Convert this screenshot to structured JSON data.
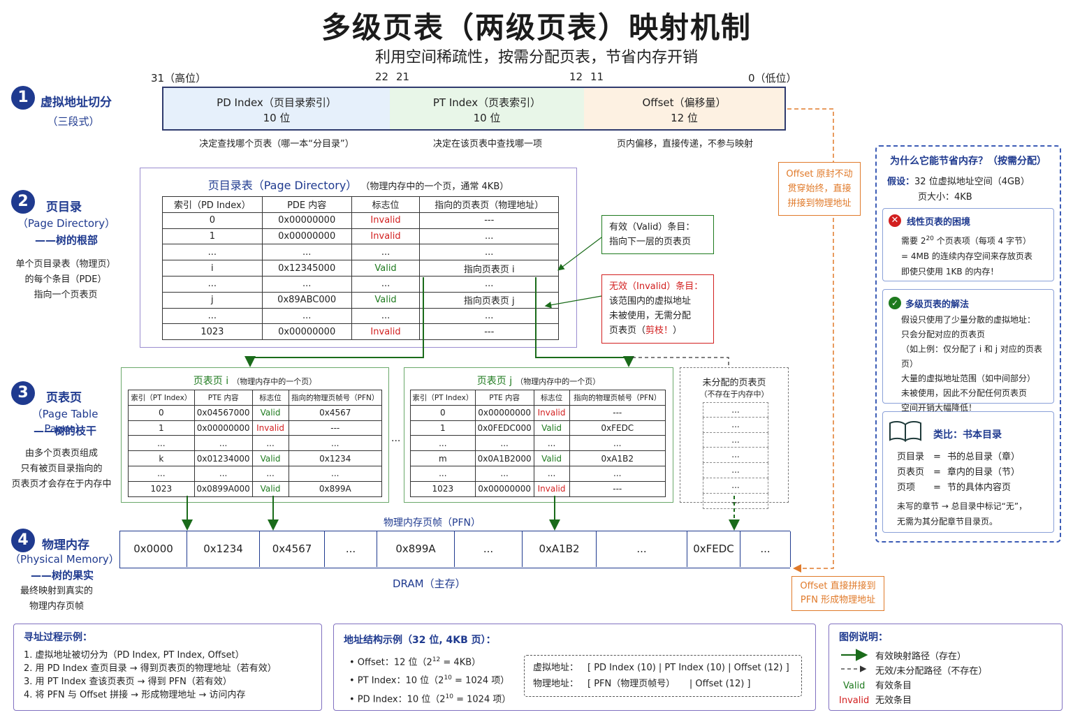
{
  "header": {
    "title": "多级页表（两级页表）映射机制",
    "subtitle": "利用空间稀疏性，按需分配页表，节省内存开销"
  },
  "bits": {
    "b31": "31（高位）",
    "b22": "22",
    "b21": "21",
    "b12": "12",
    "b11": "11",
    "b0": "0（低位）"
  },
  "segments": {
    "pd": {
      "name": "PD Index（页目录索引）",
      "bits": "10 位",
      "note": "决定查找哪个页表（哪一本“分目录”）"
    },
    "pt": {
      "name": "PT Index（页表索引）",
      "bits": "10 位",
      "note": "决定在该页表中查找哪一项"
    },
    "off": {
      "name": "Offset（偏移量）",
      "bits": "12 位",
      "note": "页内偏移，直接传递，不参与映射"
    }
  },
  "steps": [
    {
      "num": "1",
      "title": "虚拟地址切分",
      "sub": "（三段式）"
    },
    {
      "num": "2",
      "title": "页目录",
      "sub1": "（Page Directory）",
      "sub2": "——树的根部",
      "desc1": "单个页目录表（物理页）",
      "desc2": "的每个条目（PDE）",
      "desc3": "指向一个页表页"
    },
    {
      "num": "3",
      "title": "页表页",
      "sub1": "（Page Table Pages）",
      "sub2": "——树的枝干",
      "desc1": "由多个页表页组成",
      "desc2": "只有被页目录指向的",
      "desc3": "页表页才会存在于内存中"
    },
    {
      "num": "4",
      "title": "物理内存",
      "sub1": "（Physical Memory）",
      "sub2": "——树的果实",
      "desc1": "最终映射到真实的",
      "desc2": "物理内存页帧"
    }
  ],
  "page_directory": {
    "title": "页目录表（Page Directory）",
    "title_note": "（物理内存中的一个页，通常 4KB）",
    "headers": [
      "索引（PD Index）",
      "PDE 内容",
      "标志位",
      "指向的页表页（物理地址）"
    ],
    "rows": [
      [
        "0",
        "0x00000000",
        "Invalid",
        "---"
      ],
      [
        "1",
        "0x00000000",
        "Invalid",
        "..."
      ],
      [
        "...",
        "...",
        "...",
        "..."
      ],
      [
        "i",
        "0x12345000",
        "Valid",
        "指向页表页 i"
      ],
      [
        "...",
        "...",
        "...",
        "..."
      ],
      [
        "j",
        "0x89ABC000",
        "Valid",
        "指向页表页 j"
      ],
      [
        "...",
        "...",
        "...",
        "..."
      ],
      [
        "1023",
        "0x00000000",
        "Invalid",
        "---"
      ]
    ]
  },
  "callouts": {
    "offset_keep": [
      "Offset 原封不动",
      "贯穿始终，直接",
      "拼接到物理地址"
    ],
    "valid_title": "有效（Valid）条目：",
    "valid_body": "指向下一层的页表页",
    "invalid_title": "无效（Invalid）条目：",
    "invalid_body": [
      "该范围内的虚拟地址",
      "未被使用，无需分配"
    ],
    "invalid_tail_a": "页表页（",
    "invalid_tail_b": "剪枝！",
    "invalid_tail_c": "）",
    "offset_join": [
      "Offset 直接拼接到",
      "PFN 形成物理地址"
    ]
  },
  "page_table_i": {
    "title": "页表页 i",
    "title_note": "（物理内存中的一个页）",
    "headers": [
      "索引（PT Index）",
      "PTE 内容",
      "标志位",
      "指向的物理页帧号（PFN）"
    ],
    "rows": [
      [
        "0",
        "0x04567000",
        "Valid",
        "0x4567"
      ],
      [
        "1",
        "0x00000000",
        "Invalid",
        "---"
      ],
      [
        "...",
        "...",
        "...",
        "..."
      ],
      [
        "k",
        "0x01234000",
        "Valid",
        "0x1234"
      ],
      [
        "...",
        "...",
        "...",
        "..."
      ],
      [
        "1023",
        "0x0899A000",
        "Valid",
        "0x899A"
      ]
    ]
  },
  "page_table_j": {
    "title": "页表页 j",
    "title_note": "（物理内存中的一个页）",
    "headers": [
      "索引（PT Index）",
      "PTE 内容",
      "标志位",
      "指向的物理页帧号（PFN）"
    ],
    "rows": [
      [
        "0",
        "0x00000000",
        "Invalid",
        "---"
      ],
      [
        "1",
        "0x0FEDC000",
        "Valid",
        "0xFEDC"
      ],
      [
        "...",
        "...",
        "...",
        "..."
      ],
      [
        "m",
        "0x0A1B2000",
        "Valid",
        "0xA1B2"
      ],
      [
        "...",
        "...",
        "...",
        "..."
      ],
      [
        "1023",
        "0x00000000",
        "Invalid",
        "---"
      ]
    ]
  },
  "between_tables": "...",
  "unallocated": {
    "title": "未分配的页表页",
    "sub": "（不存在于内存中）",
    "cells": [
      "...",
      "...",
      "...",
      "...",
      "...",
      "...",
      "..."
    ]
  },
  "physical": {
    "label": "物理内存页帧（PFN）",
    "frames": [
      "0x0000",
      "0x1234",
      "0x4567",
      "...",
      "0x899A",
      "...",
      "0xA1B2",
      "...",
      "0xFEDC",
      "..."
    ],
    "dram": "DRAM（主存）"
  },
  "why": {
    "title": "为什么它能节省内存？（按需分配）",
    "assume_label": "假设：",
    "assume1": "32 位虚拟地址空间（4GB）",
    "assume2": "页大小：4KB",
    "linear_title": "线性页表的困境",
    "linear_body_a": "需要 2",
    "linear_body_sup": "20",
    "linear_body_b": " 个页表项（每项 4 字节）",
    "linear_body2": "= 4MB 的连续内存空间来存放页表",
    "linear_body3": "即使只使用 1KB 的内存！",
    "multi_title": "多级页表的解法",
    "multi_body": [
      "假设只使用了少量分散的虚拟地址：",
      "只会分配对应的页表页",
      "（如上例：仅分配了 i 和 j 对应的页表页）",
      "大量的虚拟地址范围（如中间部分）",
      "未被使用，因此不分配任何页表页",
      "空间开销大幅降低！"
    ],
    "analogy_title": "类比：书本目录",
    "analogy": [
      [
        "页目录",
        "=",
        "书的总目录（章）"
      ],
      [
        "页表页",
        "=",
        "章内的目录（节）"
      ],
      [
        "页项",
        "=",
        "节的具体内容页"
      ]
    ],
    "analogy_note1": "未写的章节 → 总目录中标记“无”，",
    "analogy_note2": "无需为其分配章节目录页。"
  },
  "lookup": {
    "title": "寻址过程示例：",
    "steps": [
      "1. 虚拟地址被切分为（PD Index, PT Index, Offset）",
      "2. 用 PD Index 查页目录  → 得到页表页的物理地址（若有效）",
      "3. 用 PT Index 查该页表页  → 得到 PFN（若有效）",
      "4. 将 PFN 与 Offset 拼接  → 形成物理地址 → 访问内存"
    ]
  },
  "structure": {
    "title": "地址结构示例（32 位, 4KB 页）：",
    "items": [
      {
        "a": "• Offset：12 位（2",
        "sup": "12",
        "b": " = 4KB）"
      },
      {
        "a": "• PT Index：10 位（2",
        "sup": "10",
        "b": " = 1024 项）"
      },
      {
        "a": "• PD Index：10 位（2",
        "sup": "10",
        "b": " = 1024 项）"
      }
    ],
    "virt_label": "虚拟地址：",
    "virt_value": "[ PD Index (10) | PT Index (10) | Offset (12) ]",
    "phys_label": "物理地址：",
    "phys_value": "[ PFN（物理页帧号）     | Offset (12) ]"
  },
  "legend": {
    "title": "图例说明：",
    "solid": "有效映射路径（存在）",
    "dashed": "无效/未分配路径（不存在）",
    "valid_word": "Valid",
    "valid_desc": "有效条目",
    "invalid_word": "Invalid",
    "invalid_desc": "无效条目"
  },
  "colors": {
    "navy": "#1f3a8f",
    "valid": "#1e7a1e",
    "invalid": "#d21f1f",
    "orange": "#e07a2a",
    "pd_fill": "#e6f0fb",
    "pt_fill": "#e8f6e8",
    "off_fill": "#fdf1e2"
  }
}
